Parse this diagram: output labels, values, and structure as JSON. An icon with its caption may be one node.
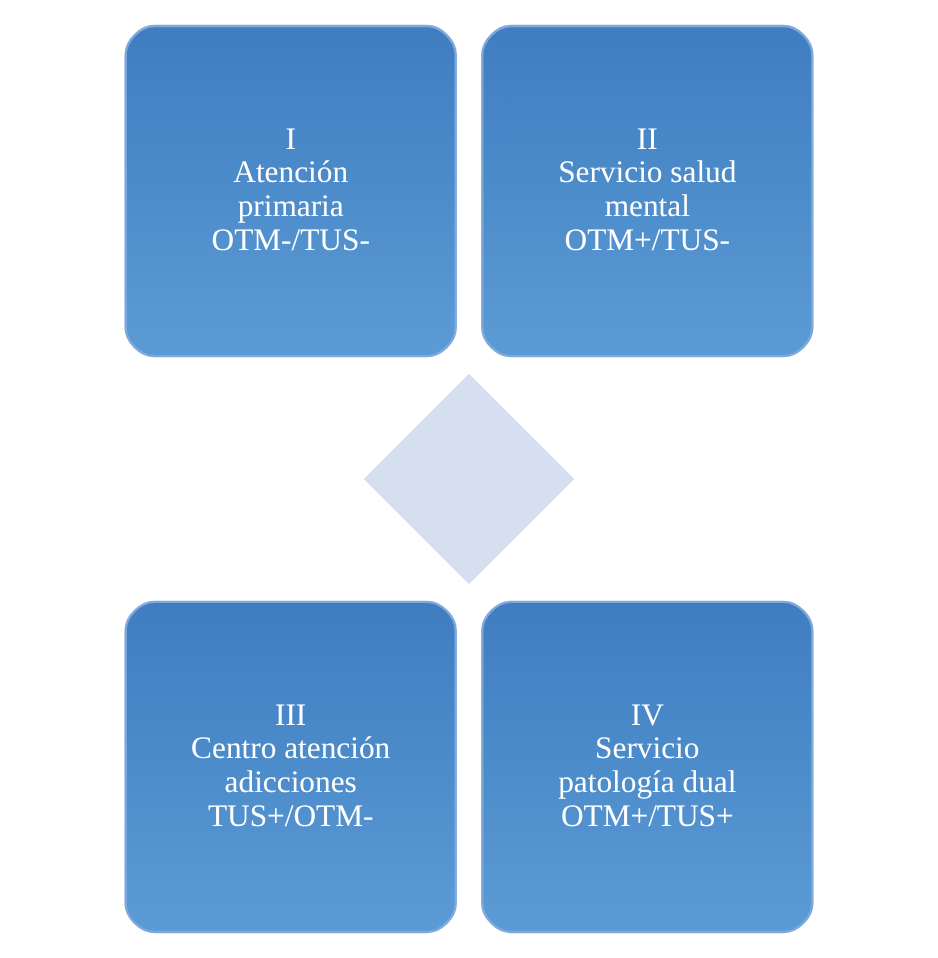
{
  "diagram": {
    "nodes": [
      {
        "text": [],
        "shape": "diamond"
      },
      {
        "text": [
          "I",
          "Atención primaria",
          "OTM-/TUS-"
        ]
      },
      {
        "text": [
          "II",
          "Servicio salud mental",
          "OTM+/TUS-"
        ]
      },
      {
        "text": [
          "III",
          "Centro atención adicciones",
          "TUS+/OTM-"
        ]
      },
      {
        "text": [
          "IV",
          "Servicio patología dual",
          "OTM+/TUS+"
        ]
      }
    ],
    "edges": []
  }
}
